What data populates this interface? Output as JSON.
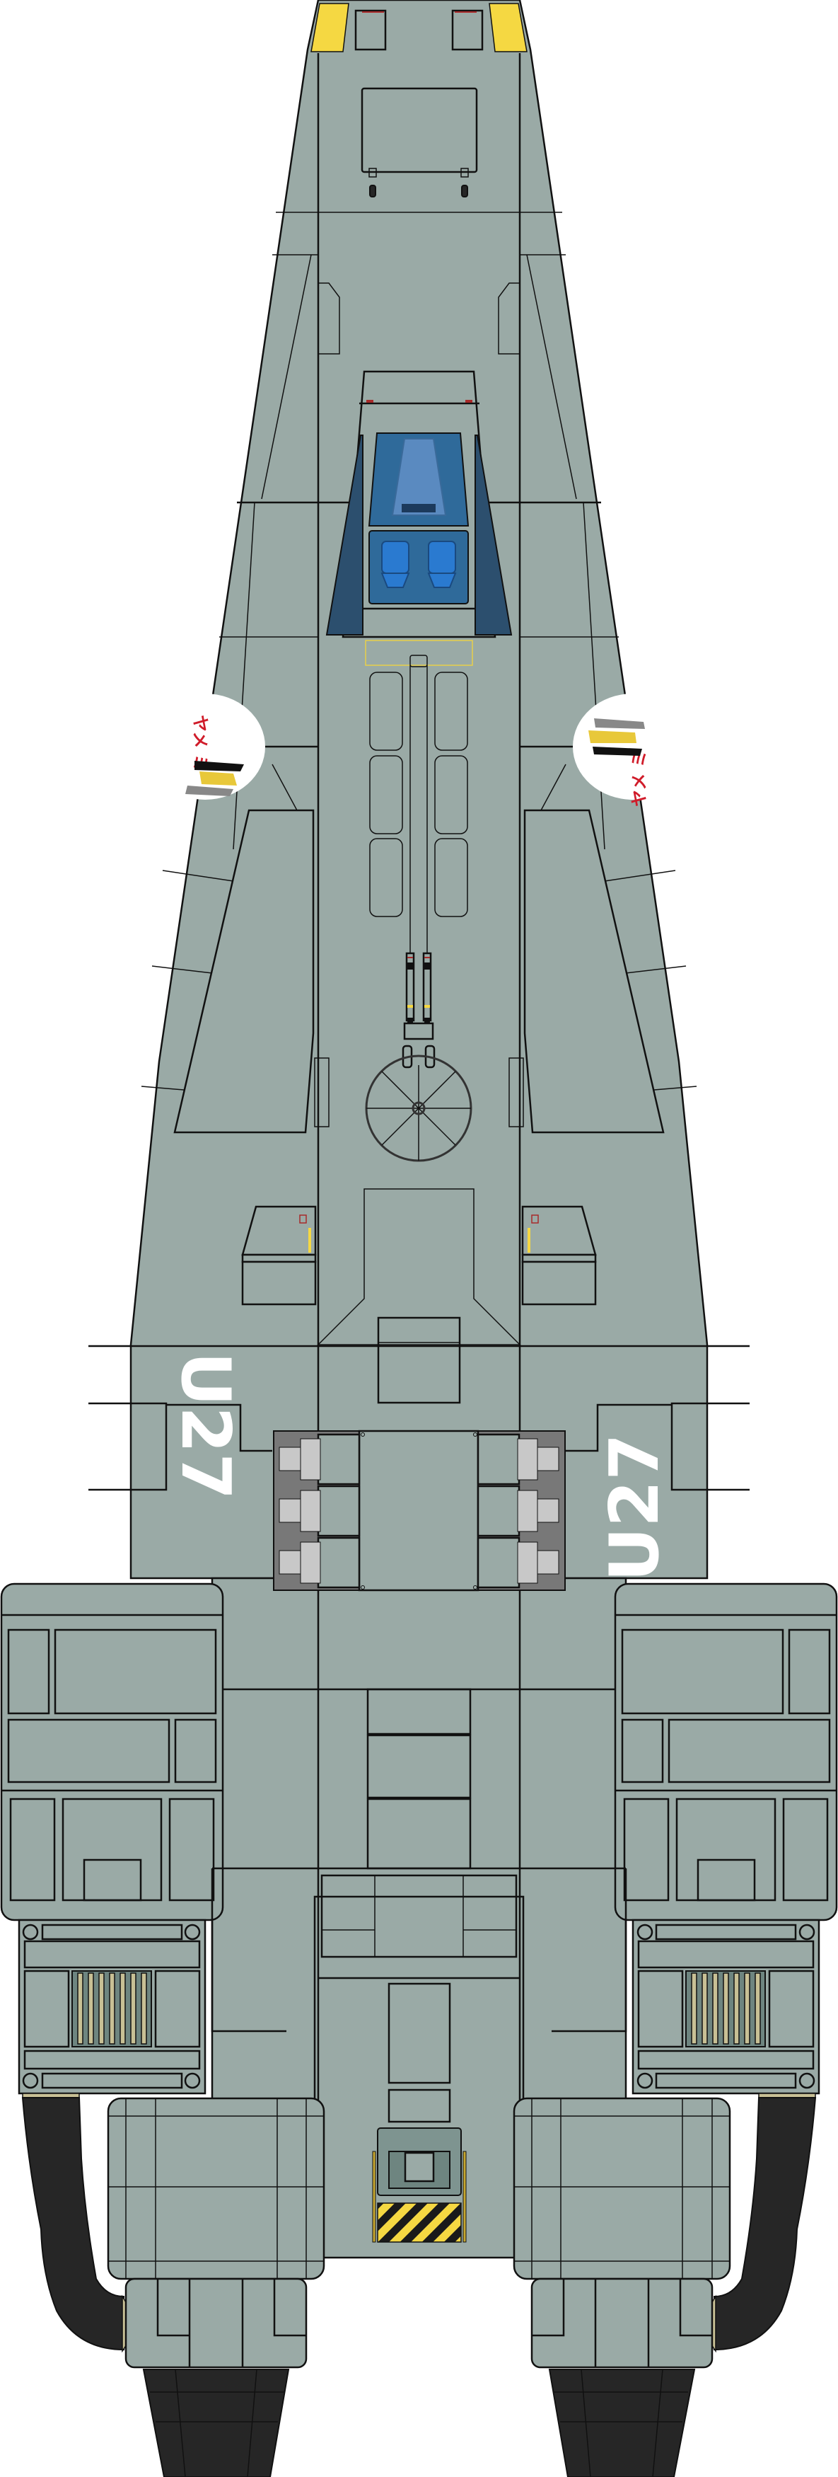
{
  "illustration": {
    "subject": "Spacecraft top-down technical view",
    "colors": {
      "hull": "#9aaaa6",
      "panel_line": "#111111",
      "nose_accent": "#f5d842",
      "canopy_glass": "#2f6a9a",
      "hazard_yellow": "#f5d842",
      "hazard_black": "#1a1a1a",
      "exhaust_dark": "#262626",
      "hose_collar": "#c8c095",
      "nose_art_red": "#d01c2a",
      "warning_red": "#a82a2a"
    },
    "hull_markings": {
      "left": "U27",
      "right": "U27",
      "orientation": "rotated 90°"
    },
    "nose_art": {
      "left_roundel_text": "ヤメ ミ",
      "right_roundel_text": "ヤメ ミ",
      "roundel_color": "#ffffff"
    },
    "components": {
      "nose": "Nose section with yellow tips",
      "cockpit": "Tandem two-seat canopy",
      "cannon": "Twin-barrel dorsal cannon",
      "turret_ring": "Circular turret ring",
      "sensor_pods": "Side sensor pods",
      "thruster_bay": "Six-thruster maneuvering bay",
      "engine_pods": "Engine nacelles",
      "radiators": "Radiator grilles",
      "hoses": "Ribbed coolant hoses",
      "nozzles": "Main exhaust nozzles",
      "hatch": "Rear access hatch with hazard stripes"
    }
  }
}
